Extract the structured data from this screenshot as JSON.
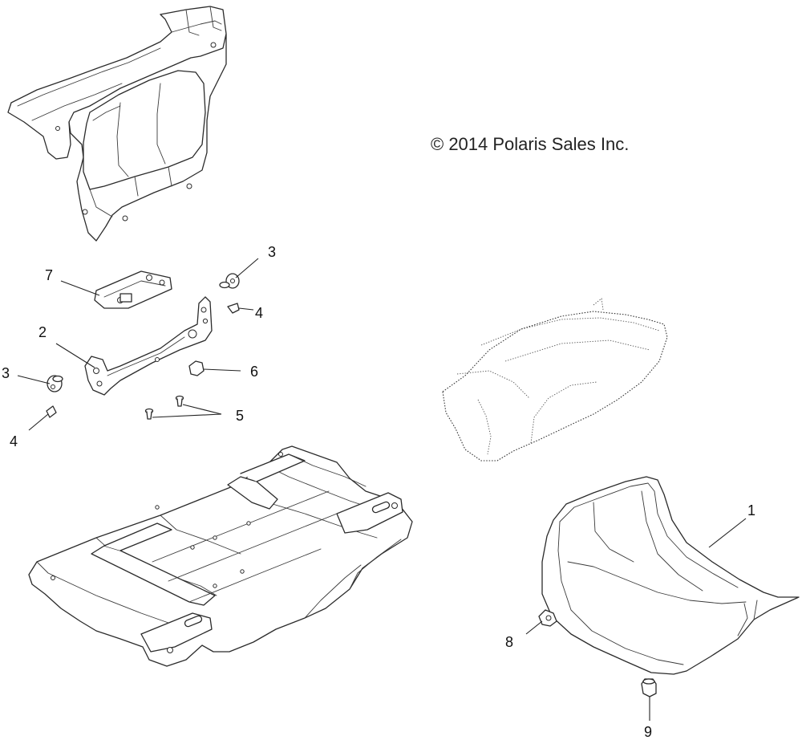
{
  "copyright": "© 2014 Polaris Sales Inc.",
  "callouts": [
    {
      "id": "1",
      "label": "1"
    },
    {
      "id": "2",
      "label": "2"
    },
    {
      "id": "3a",
      "label": "3"
    },
    {
      "id": "3b",
      "label": "3"
    },
    {
      "id": "4a",
      "label": "4"
    },
    {
      "id": "4b",
      "label": "4"
    },
    {
      "id": "5",
      "label": "5"
    },
    {
      "id": "6",
      "label": "6"
    },
    {
      "id": "7",
      "label": "7"
    },
    {
      "id": "8",
      "label": "8"
    },
    {
      "id": "9",
      "label": "9"
    }
  ]
}
